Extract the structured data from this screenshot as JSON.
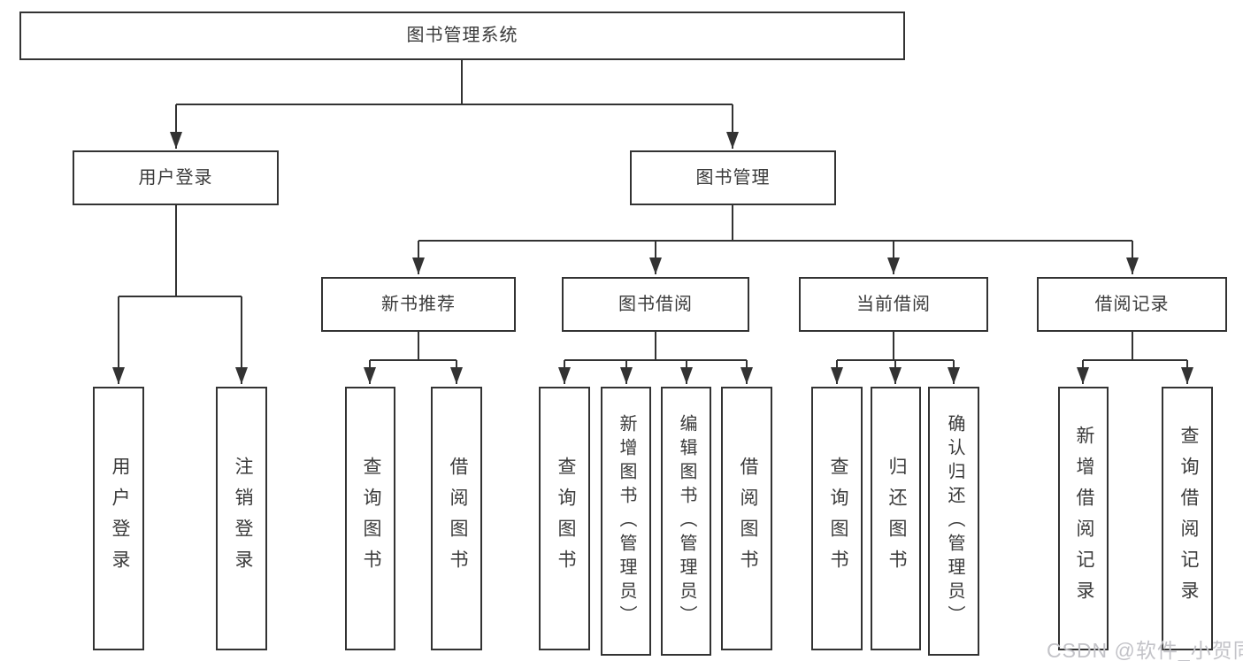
{
  "diagram": {
    "root": {
      "label": "图书管理系统"
    },
    "branches": [
      {
        "label": "用户登录",
        "children": [
          {
            "label": "用户登录"
          },
          {
            "label": "注销登录"
          }
        ]
      },
      {
        "label": "图书管理",
        "children": [
          {
            "label": "新书推荐",
            "children": [
              {
                "label": "查询图书"
              },
              {
                "label": "借阅图书"
              }
            ]
          },
          {
            "label": "图书借阅",
            "children": [
              {
                "label": "查询图书"
              },
              {
                "label": "新增图书（管理员）"
              },
              {
                "label": "编辑图书（管理员）"
              },
              {
                "label": "借阅图书"
              }
            ]
          },
          {
            "label": "当前借阅",
            "children": [
              {
                "label": "查询图书"
              },
              {
                "label": "归还图书"
              },
              {
                "label": "确认归还（管理员）"
              }
            ]
          },
          {
            "label": "借阅记录",
            "children": [
              {
                "label": "新增借阅记录"
              },
              {
                "label": "查询借阅记录"
              }
            ]
          }
        ]
      }
    ]
  },
  "watermark": {
    "text": "CSDN @软件_小贺同学"
  },
  "colors": {
    "line": "#333333",
    "box_border": "#333333",
    "box_fill": "#ffffff",
    "text": "#3a3a3a",
    "watermark": "#c3c3c8"
  }
}
